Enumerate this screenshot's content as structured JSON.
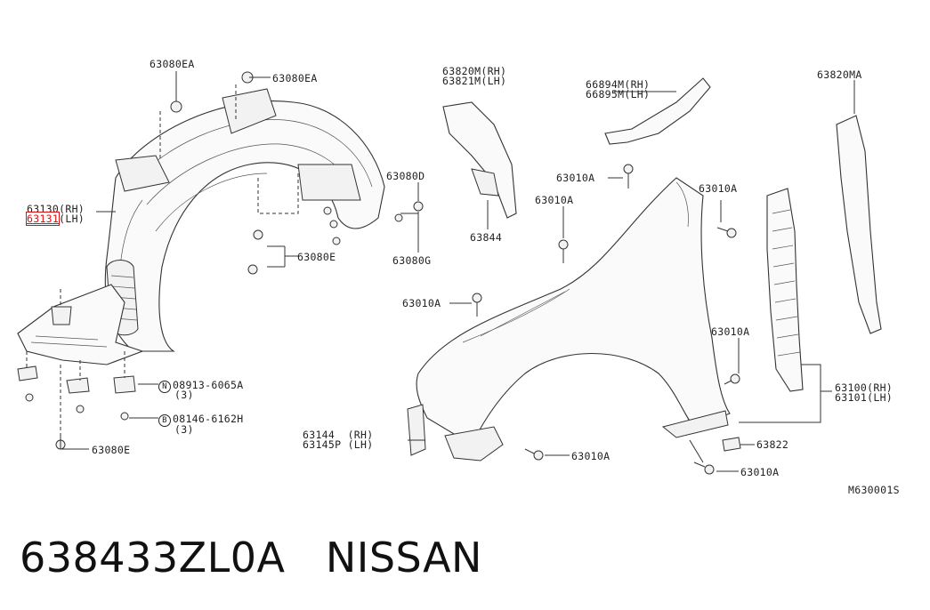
{
  "labels": {
    "l_63080ea_1": "63080EA",
    "l_63080ea_2": "63080EA",
    "l_63130": "63130(RH)",
    "l_63131": "63131",
    "l_63131_lh": "(LH)",
    "l_63080e_1": "63080E",
    "l_63080d": "63080D",
    "l_63080g": "63080G",
    "l_63820m": "63820M(RH)",
    "l_63821m": "63821M(LH)",
    "l_63844": "63844",
    "l_66894m": "66894M(RH)",
    "l_66895m": "66895M(LH)",
    "l_63820ma": "63820MA",
    "l_63010a_1": "63010A",
    "l_63010a_2": "63010A",
    "l_63010a_3": "63010A",
    "l_63010a_4": "63010A",
    "l_63010a_5": "63010A",
    "l_63010a_6": "63010A",
    "l_63010a_7": "63010A",
    "l_n_mark": "N",
    "l_08913": "08913-6065A",
    "l_08913_qty": "(3)",
    "l_b_mark": "B",
    "l_08146": "08146-6162H",
    "l_08146_qty": "(3)",
    "l_63080e_2": "63080E",
    "l_63144": "63144  (RH)",
    "l_63145p": "63145P (LH)",
    "l_63100": "63100(RH)",
    "l_63101": "63101(LH)",
    "l_63822": "63822",
    "l_m6": "M630001S"
  },
  "caption": "638433ZL0A   NISSAN",
  "colors": {
    "highlight": "#dd1111",
    "ink": "#222222"
  }
}
